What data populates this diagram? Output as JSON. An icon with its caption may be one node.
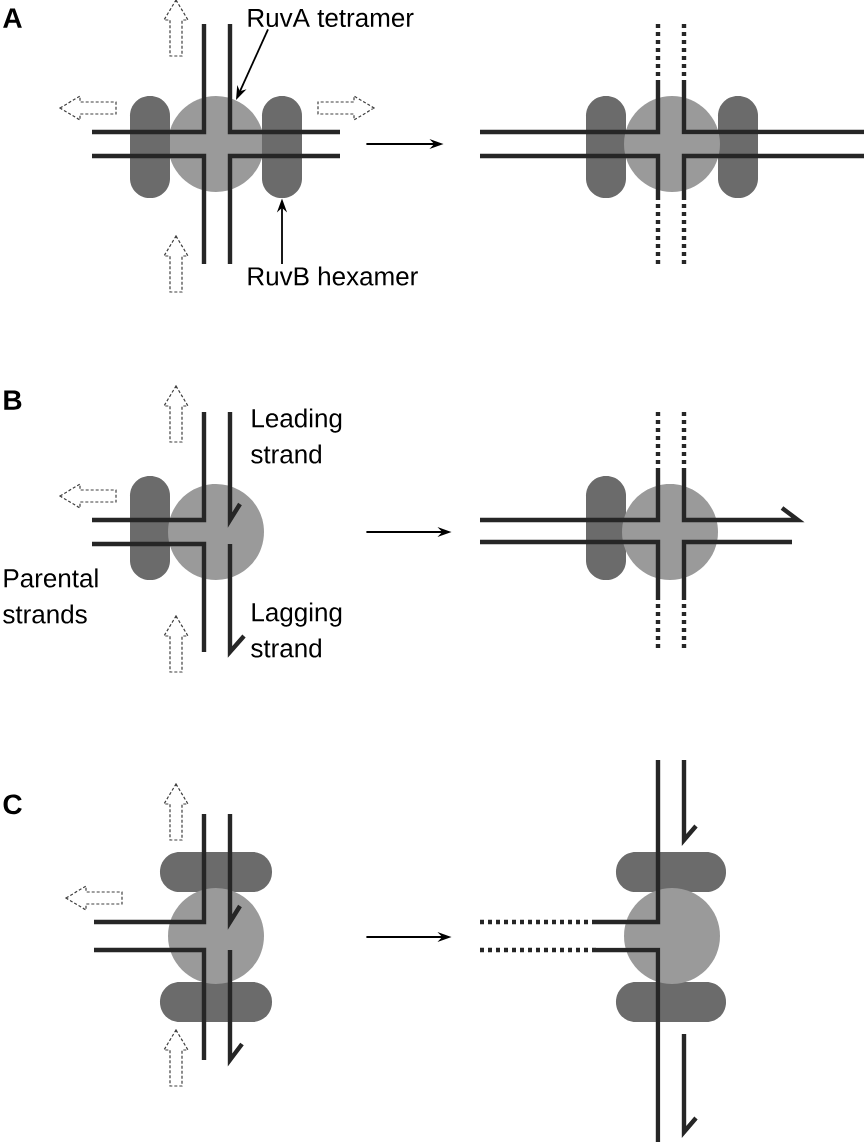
{
  "diagram": {
    "nodes": [
      {
        "text": [],
        "shape": "picture"
      },
      {
        "text": [],
        "shape": "circle",
        "in": 0
      },
      {
        "text": [],
        "shape": "box",
        "in": 0
      },
      {
        "text": [
          "RuvA tetramer"
        ]
      },
      {
        "text": [
          "RuvB hexamer"
        ]
      },
      {
        "text": [],
        "shape": "picture"
      },
      {
        "text": [],
        "shape": "picture"
      },
      {
        "text": [],
        "shape": "picture"
      },
      {
        "text": [],
        "shape": "picture"
      },
      {
        "text": [],
        "shape": "picture"
      }
    ],
    "edges": [
      {
        "from": 3,
        "to": 1,
        "arrow": "to"
      },
      {
        "from": 4,
        "to": 2,
        "arrow": "to"
      },
      {
        "from": 0,
        "to": 5,
        "arrow": "to"
      },
      {
        "from": 6,
        "to": 7,
        "arrow": "to"
      },
      {
        "from": 8,
        "to": 9,
        "arrow": "to"
      }
    ],
    "labels": [
      "A",
      "B",
      "Leading strand",
      "Parental strands",
      "Lagging strand",
      "C"
    ]
  }
}
